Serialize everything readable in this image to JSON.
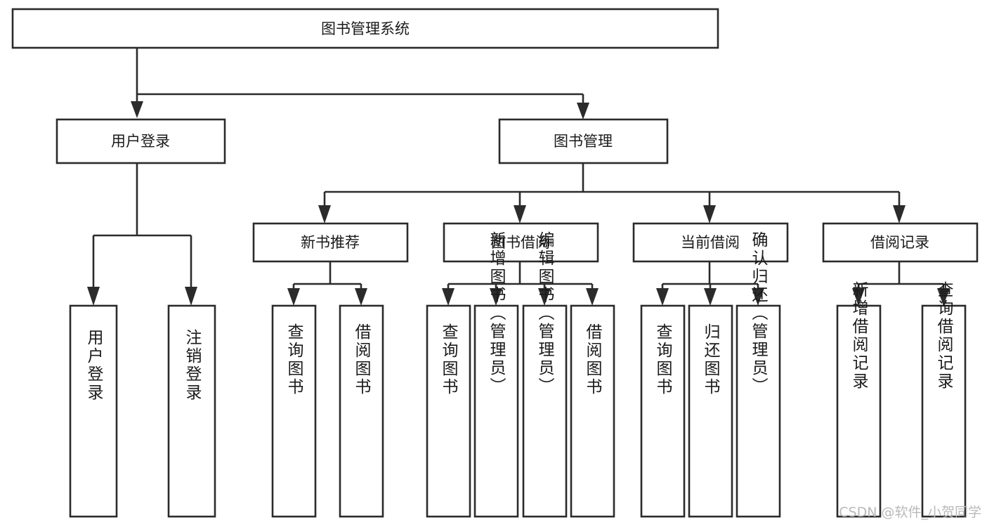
{
  "diagram": {
    "type": "tree-hierarchy-diagram",
    "title": "图书管理系统",
    "watermark": "CSDN @软件_小贺同学",
    "colors": {
      "box_stroke": "#2b2b2b",
      "box_fill": "#ffffff",
      "text": "#1a1a1a",
      "background": "#ffffff",
      "watermark": "#b9b9b9"
    },
    "levels": [
      {
        "level": 1,
        "nodes": [
          {
            "id": "root",
            "label": "图书管理系统",
            "orientation": "horizontal"
          }
        ]
      },
      {
        "level": 2,
        "nodes": [
          {
            "id": "login",
            "label": "用户登录",
            "orientation": "horizontal",
            "parent": "root"
          },
          {
            "id": "bookmgmt",
            "label": "图书管理",
            "orientation": "horizontal",
            "parent": "root"
          }
        ]
      },
      {
        "level": 3,
        "nodes": [
          {
            "id": "newbook",
            "label": "新书推荐",
            "orientation": "horizontal",
            "parent": "bookmgmt"
          },
          {
            "id": "borrow",
            "label": "图书借阅",
            "orientation": "horizontal",
            "parent": "bookmgmt"
          },
          {
            "id": "current",
            "label": "当前借阅",
            "orientation": "horizontal",
            "parent": "bookmgmt"
          },
          {
            "id": "record",
            "label": "借阅记录",
            "orientation": "horizontal",
            "parent": "bookmgmt"
          }
        ]
      },
      {
        "level": 4,
        "nodes": [
          {
            "id": "leaf1",
            "label": "用户登录",
            "orientation": "vertical",
            "parent": "login"
          },
          {
            "id": "leaf2",
            "label": "注销登录",
            "orientation": "vertical",
            "parent": "login"
          },
          {
            "id": "leaf3",
            "label": "查询图书",
            "orientation": "vertical",
            "parent": "newbook"
          },
          {
            "id": "leaf4",
            "label": "借阅图书",
            "orientation": "vertical",
            "parent": "newbook"
          },
          {
            "id": "leaf5",
            "label": "查询图书",
            "orientation": "vertical",
            "parent": "borrow"
          },
          {
            "id": "leaf6",
            "label": "新增图书（管理员）",
            "orientation": "vertical",
            "parent": "borrow"
          },
          {
            "id": "leaf7",
            "label": "编辑图书（管理员）",
            "orientation": "vertical",
            "parent": "borrow"
          },
          {
            "id": "leaf8",
            "label": "借阅图书",
            "orientation": "vertical",
            "parent": "borrow"
          },
          {
            "id": "leaf9",
            "label": "查询图书",
            "orientation": "vertical",
            "parent": "current"
          },
          {
            "id": "leaf10",
            "label": "归还图书",
            "orientation": "vertical",
            "parent": "current"
          },
          {
            "id": "leaf11",
            "label": "确认归还（管理员）",
            "orientation": "vertical",
            "parent": "current"
          },
          {
            "id": "leaf12",
            "label": "新增借阅记录",
            "orientation": "vertical",
            "parent": "record"
          },
          {
            "id": "leaf13",
            "label": "查询借阅记录",
            "orientation": "vertical",
            "parent": "record"
          }
        ]
      }
    ]
  }
}
